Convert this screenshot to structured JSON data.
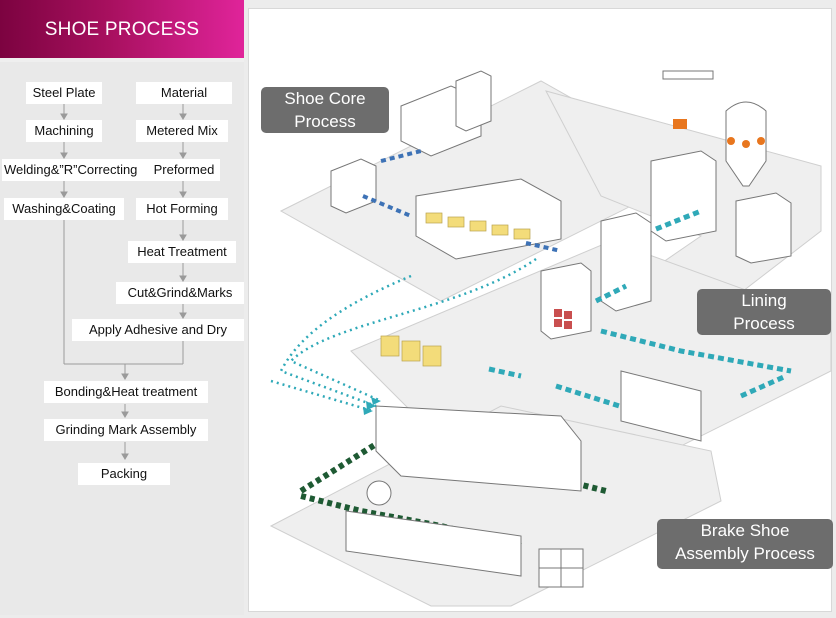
{
  "header": {
    "title": "SHOE PROCESS"
  },
  "flow": {
    "steel_plate": "Steel Plate",
    "machining": "Machining",
    "welding": "Welding&”R”Correcting",
    "washing": "Washing&Coating",
    "material": "Material",
    "metered_mix": "Metered Mix",
    "preformed": "Preformed",
    "hot_forming": "Hot Forming",
    "heat_treatment": "Heat Treatment",
    "cut_grind": "Cut&Grind&Marks",
    "apply_adhesive": "Apply Adhesive and Dry",
    "bonding": "Bonding&Heat treatment",
    "grinding": "Grinding Mark Assembly",
    "packing": "Packing"
  },
  "illustration": {
    "shoe_core_line1": "Shoe Core",
    "shoe_core_line2": "Process",
    "lining_line1": "Lining",
    "lining_line2": "Process",
    "assembly_line1": "Brake Shoe",
    "assembly_line2": "Assembly Process"
  },
  "colors": {
    "header_start": "#7c0340",
    "header_end": "#e0249a",
    "accent_teal": "#2fa9b8",
    "label_gray": "#6d6d6d",
    "oven_yellow": "#f3dc7a"
  }
}
